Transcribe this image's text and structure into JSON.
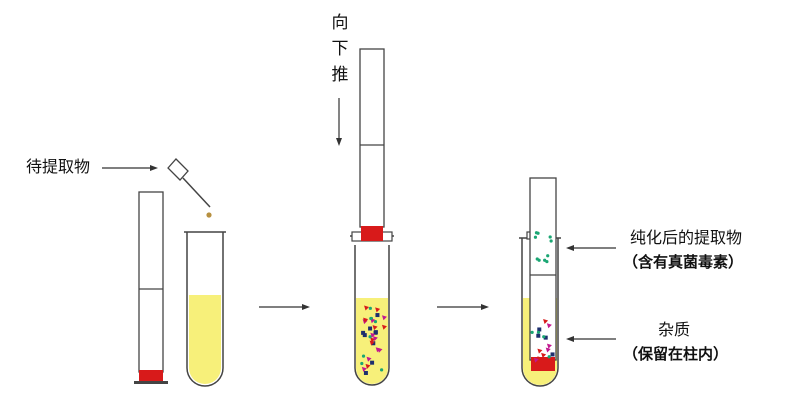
{
  "labels": {
    "extract": "待提取物",
    "push_down": [
      "向",
      "下",
      "推"
    ],
    "purified": "纯化后的提取物",
    "purified_note": "（含有真菌毒素）",
    "impurity": "杂质",
    "impurity_note": "（保留在柱内）"
  },
  "colors": {
    "liquid": "#f7f07a",
    "plunger": "#d81a1a",
    "outline": "#444444",
    "arrow": "#333333",
    "particle_navy": "#1e2f6e",
    "particle_magenta": "#c2188f",
    "particle_red": "#d81a1a",
    "particle_green": "#1aa673"
  }
}
